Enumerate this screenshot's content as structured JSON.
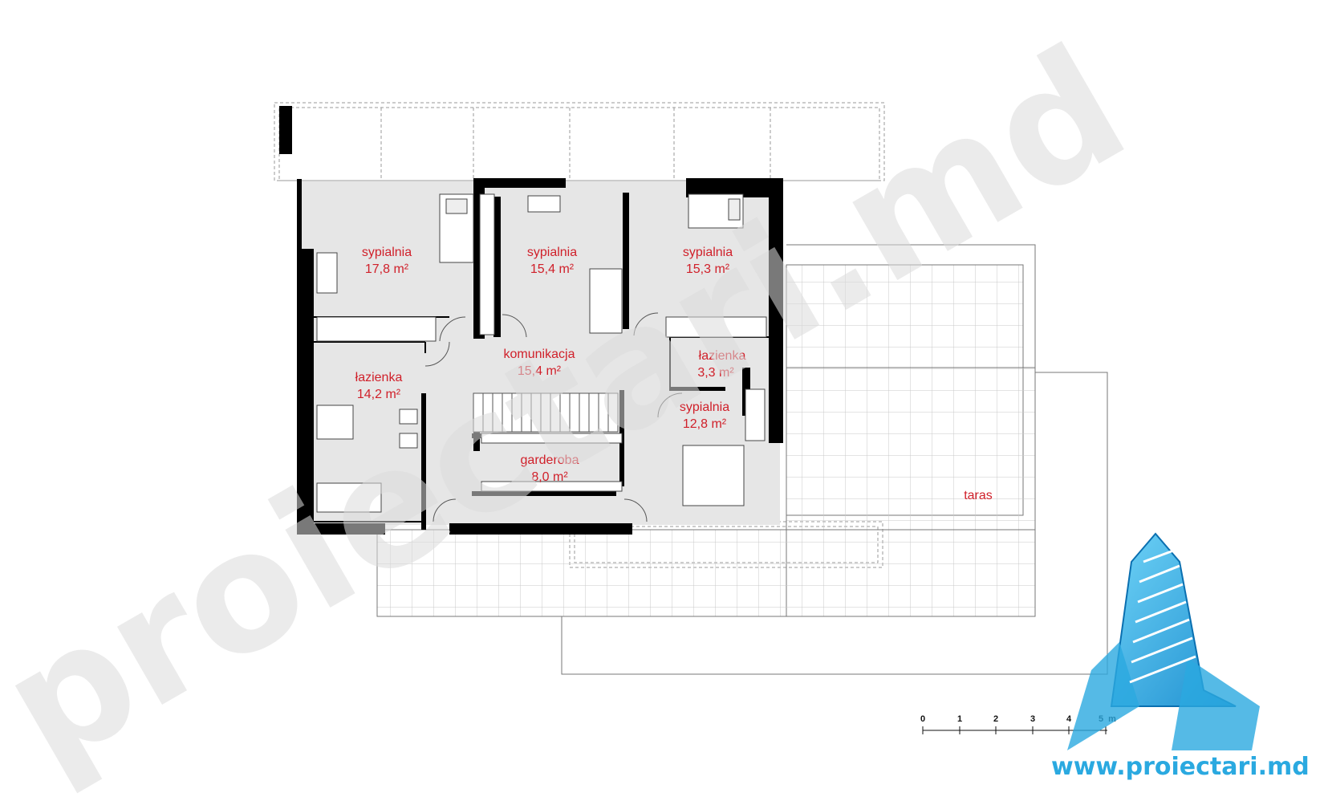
{
  "rooms": [
    {
      "id": "bedroom-1",
      "name": "sypialnia",
      "area": "17,8 m²"
    },
    {
      "id": "bedroom-2",
      "name": "sypialnia",
      "area": "15,4 m²"
    },
    {
      "id": "bedroom-3",
      "name": "sypialnia",
      "area": "15,3 m²"
    },
    {
      "id": "corridor",
      "name": "komunikacja",
      "area": "15,4 m²"
    },
    {
      "id": "bathroom-1",
      "name": "łazienka",
      "area": "14,2 m²"
    },
    {
      "id": "bathroom-2",
      "name": "łazienka",
      "area": "3,3 m²"
    },
    {
      "id": "bedroom-4",
      "name": "sypialnia",
      "area": "12,8 m²"
    },
    {
      "id": "wardrobe",
      "name": "garderoba",
      "area": "8,0 m²"
    }
  ],
  "terrace": {
    "name": "taras"
  },
  "scale_bar": {
    "ticks": [
      "0",
      "1",
      "2",
      "3",
      "4",
      "5"
    ],
    "unit": "m"
  },
  "watermark": {
    "text": "proiectari.md",
    "color": "#e0e0e0"
  },
  "logo": {
    "url_text": "www.proiectari.md",
    "color": "#2aa9e0"
  },
  "colors": {
    "wall": "#000000",
    "floor": "#e6e6e6",
    "label": "#d0202a",
    "tile_line": "#c8c8c8"
  }
}
